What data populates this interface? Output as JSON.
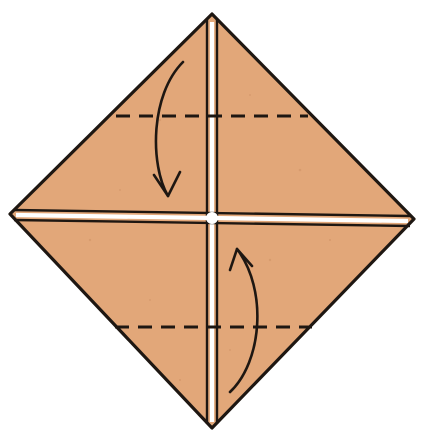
{
  "diagram": {
    "paper_color": "#e2a779",
    "line_color": "#1e1712",
    "crease_highlight_color": "#ffffff",
    "elements": [
      "diamond-paper",
      "vertical-center-crease",
      "horizontal-center-crease",
      "upper-dashed-fold-line",
      "lower-dashed-fold-line",
      "fold-down-arrow",
      "fold-up-arrow"
    ]
  }
}
